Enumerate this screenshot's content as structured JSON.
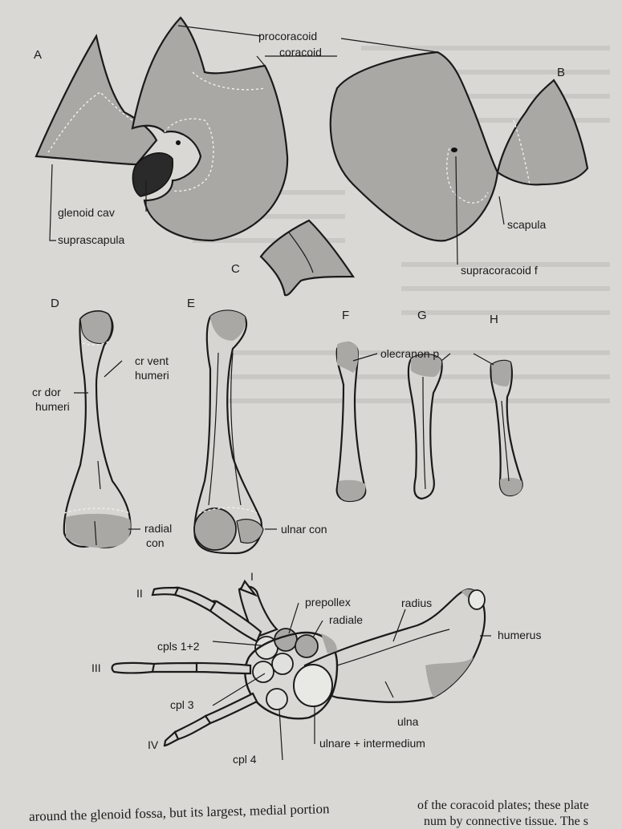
{
  "panels": [
    "A",
    "B",
    "C",
    "D",
    "E",
    "F",
    "G",
    "H"
  ],
  "labels": {
    "procoracoid": "procoracoid",
    "coracoid": "coracoid",
    "glenoid_cav": "glenoid cav",
    "suprascapula": "suprascapula",
    "scapula": "scapula",
    "supracoracoid_f": "supracoracoid f",
    "cr_vent_humeri_1": "cr vent",
    "cr_vent_humeri_2": "humeri",
    "cr_dor_humeri_1": "cr dor",
    "cr_dor_humeri_2": "humeri",
    "olecranon_p": "olecranon p",
    "radial_con_1": "radial",
    "radial_con_2": "con",
    "ulnar_con": "ulnar con",
    "digit_I": "I",
    "digit_II": "II",
    "digit_III": "III",
    "digit_IV": "IV",
    "prepollex": "prepollex",
    "radiale": "radiale",
    "radius": "radius",
    "humerus": "humerus",
    "cpls_1_2": "cpls 1+2",
    "cpl_3": "cpl 3",
    "cpl_4": "cpl 4",
    "ulna": "ulna",
    "ulnare_intermedium": "ulnare + intermedium"
  },
  "caption": {
    "left": "around the glenoid fossa, but its largest, medial portion",
    "right_1": "of the coracoid plates; these plate",
    "right_2": "num by connective tissue. The s"
  }
}
